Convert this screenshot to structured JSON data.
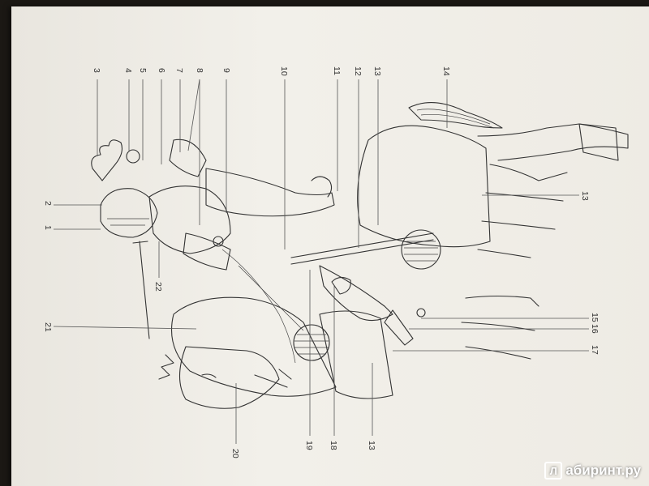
{
  "labels": [
    "1",
    "2",
    "3",
    "4",
    "5",
    "6",
    "7",
    "8",
    "9",
    "10",
    "11",
    "12",
    "13",
    "14",
    "15",
    "16",
    "17",
    "18",
    "19",
    "20",
    "21",
    "22"
  ],
  "watermark": {
    "badge": "Л",
    "text": "абиринт.ру"
  },
  "colors": {
    "page": "#efece6",
    "ink": "#333333",
    "background": "#1b1814"
  }
}
